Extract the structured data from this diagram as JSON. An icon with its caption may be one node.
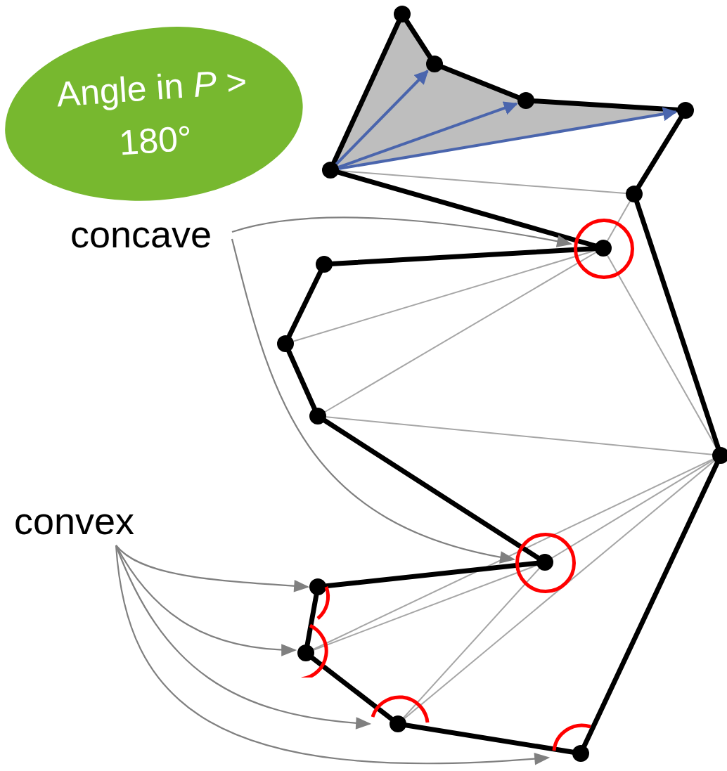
{
  "diagram": {
    "nodes": [
      {
        "text": [
          "Angle in *P* > 180°"
        ]
      },
      {
        "text": [
          "concave"
        ]
      },
      {
        "text": [],
        "shape": "circle"
      },
      {
        "text": [
          "convex"
        ]
      },
      {
        "text": [],
        "shape": "circle"
      },
      {
        "text": [],
        "shape": "arc"
      },
      {
        "text": [],
        "shape": "arc"
      },
      {
        "text": [],
        "shape": "arc"
      },
      {
        "text": [],
        "shape": "arc"
      }
    ],
    "edges": [
      {
        "from": 1,
        "to": 2,
        "arrow": "to"
      },
      {
        "from": 1,
        "to": 4,
        "arrow": "to"
      },
      {
        "from": 3,
        "to": 5,
        "arrow": "to"
      },
      {
        "from": 3,
        "to": 6,
        "arrow": "to"
      },
      {
        "from": 3,
        "to": 7,
        "arrow": "to"
      },
      {
        "from": 3,
        "to": 8,
        "arrow": "to"
      }
    ]
  }
}
